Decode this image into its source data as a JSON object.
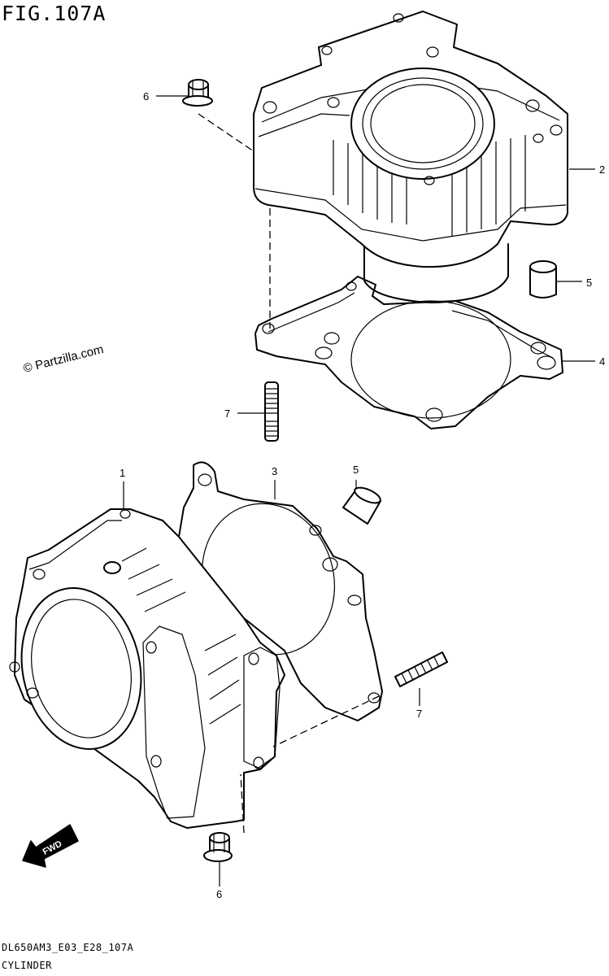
{
  "figure": {
    "title": "FIG.107A"
  },
  "watermark": "© Partzilla.com",
  "fwd_label": "FWD",
  "callouts": {
    "top_stud_bolt": "6",
    "top_cylinder": "2",
    "top_dowel_pin": "5",
    "top_base_gasket": "4",
    "top_stud": "7",
    "bottom_cylinder": "1",
    "bottom_gasket": "3",
    "bottom_dowel_pin": "5",
    "bottom_stud": "7",
    "bottom_nut": "6"
  },
  "footer": {
    "code": "DL650AM3_E03_E28_107A",
    "name": "CYLINDER"
  }
}
